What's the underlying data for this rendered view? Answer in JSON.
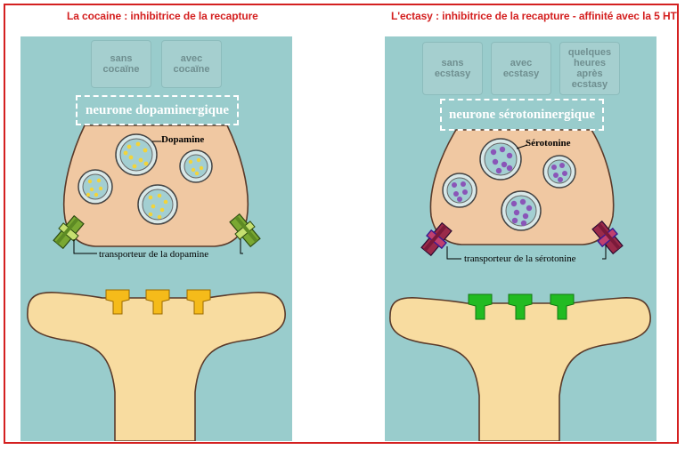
{
  "left": {
    "title": "La cocaine : inhibitrice de la recapture",
    "buttons": [
      {
        "label": "sans\ncocaïne"
      },
      {
        "label": "avec\ncocaïne"
      }
    ],
    "neuron_label": "neurone dopaminergique",
    "vesicle_label": "Dopamine",
    "transporter_label": "transporteur de la dopamine",
    "colors": {
      "vesicle_dot": "#f2d43a",
      "receptor": "#f5bb1a",
      "transporter": "#7aa832"
    }
  },
  "right": {
    "title": "L'ectasy : inhibitrice de la recapture  - affinité avec la 5 HT",
    "buttons": [
      {
        "label": "sans\necstasy"
      },
      {
        "label": "avec\necstasy"
      },
      {
        "label": "quelques\nheures\naprès\necstasy"
      }
    ],
    "neuron_label": "neurone sérotoninergique",
    "vesicle_label": "Sérotonine",
    "transporter_label": "transporteur de la sérotonine",
    "colors": {
      "vesicle_dot": "#8a55b8",
      "receptor": "#22bb22",
      "transporter": "#9a2a4a"
    }
  }
}
